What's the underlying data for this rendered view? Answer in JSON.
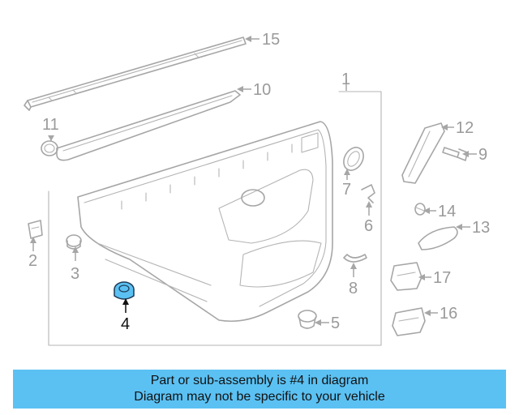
{
  "diagram": {
    "highlight_color": "#5bc1f3",
    "part_color": "#a6a6a6",
    "callouts": [
      {
        "id": "c1",
        "label": "1",
        "highlighted": false
      },
      {
        "id": "c2",
        "label": "2",
        "highlighted": false
      },
      {
        "id": "c3",
        "label": "3",
        "highlighted": false
      },
      {
        "id": "c4",
        "label": "4",
        "highlighted": true
      },
      {
        "id": "c5",
        "label": "5",
        "highlighted": false
      },
      {
        "id": "c6",
        "label": "6",
        "highlighted": false
      },
      {
        "id": "c7",
        "label": "7",
        "highlighted": false
      },
      {
        "id": "c8",
        "label": "8",
        "highlighted": false
      },
      {
        "id": "c9",
        "label": "9",
        "highlighted": false
      },
      {
        "id": "c10",
        "label": "10",
        "highlighted": false
      },
      {
        "id": "c11",
        "label": "11",
        "highlighted": false
      },
      {
        "id": "c12",
        "label": "12",
        "highlighted": false
      },
      {
        "id": "c13",
        "label": "13",
        "highlighted": false
      },
      {
        "id": "c14",
        "label": "14",
        "highlighted": false
      },
      {
        "id": "c15",
        "label": "15",
        "highlighted": false
      },
      {
        "id": "c16",
        "label": "16",
        "highlighted": false
      },
      {
        "id": "c17",
        "label": "17",
        "highlighted": false
      }
    ]
  },
  "banner": {
    "line1": "Part or sub-assembly is #4 in diagram",
    "line2": "Diagram may not be specific to your vehicle",
    "background": "#5bc1f3"
  }
}
